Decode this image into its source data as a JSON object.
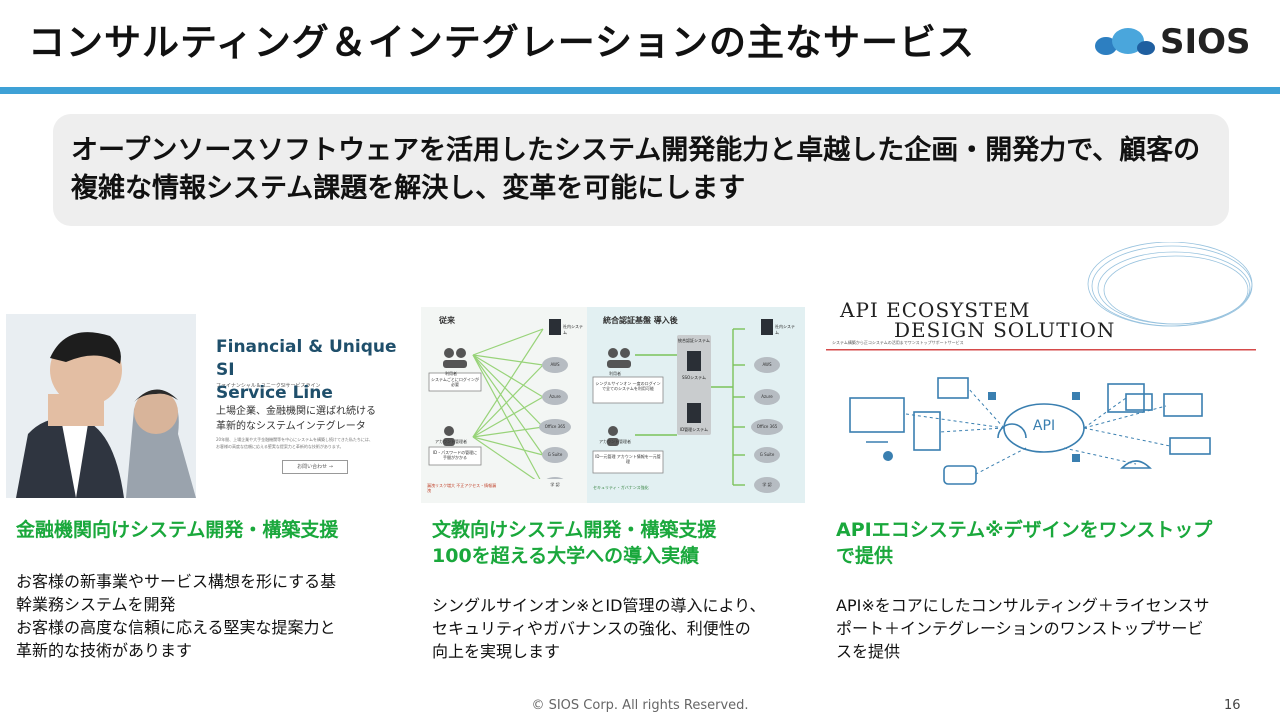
{
  "title": "コンサルティング＆インテグレーションの主なサービス",
  "logo": {
    "text": "SIOS"
  },
  "lead": "オープンソースソフトウェアを活用したシステム開発能力と卓越した企画・開発力で、顧客の複雑な情報システム課題を解決し、変革を可能にします",
  "cards": [
    {
      "image": {
        "title1": "Financial & Unique SI",
        "title2": "Service Line",
        "subtitle": "ファイナンシャル＆ユニークSIサービスライン",
        "tag1": "上場企業、金融機関に選ばれ続ける",
        "tag2": "革新的なシステムインテグレータ",
        "small1": "20年間、上場企業や大手金融機関等を中心にシステムを構築し続けてきた私たちには、",
        "small2": "お客様の高度な信頼に応える堅実な提案力と革新的な技術があります。",
        "button": "お問い合わせ →"
      },
      "heading": "金融機関向けシステム開発・構築支援",
      "body_lines": [
        "お客様の新事業やサービス構想を形にする基",
        "幹業務システムを開発",
        "お客様の高度な信頼に応える堅実な提案力と",
        "革新的な技術があります"
      ]
    },
    {
      "image": {
        "before_label": "従来",
        "after_label": "統合認証基盤 導入後",
        "user": "利用者",
        "admin": "アカウント管理者",
        "note_login": "システムごとにログインが必要",
        "note_id": "ID・パスワードの管理に手間がかかる",
        "note_risk": "漏洩リスク増大 不正アクセス・情報漏洩",
        "sso_note": "シングルサインオン 一度のログインで全てのシステムを利用可能",
        "id_note": "ID一元管理 アカウント情報を一元管理",
        "auth_system": "統合認証システム",
        "sso_system": "SSOシステム",
        "idm_system": "ID管理システム",
        "security": "セキュリティ・ガバナンス強化",
        "in_house": "社内システム",
        "services": [
          "AWS",
          "Azure",
          "Office 365",
          "G Suite",
          "学 認"
        ]
      },
      "heading_lines": [
        "文教向けシステム開発・構築支援",
        "100を超える大学への導入実績"
      ],
      "body_lines": [
        "シングルサインオン※とID管理の導入により、",
        "セキュリティやガバナンスの強化、利便性の",
        "向上を実現します"
      ]
    },
    {
      "image": {
        "title1": "API ECOSYSTEM",
        "title2": "DESIGN SOLUTION",
        "subtitle": "システム構築から正コシステムの活用までワンストップサポートサービス",
        "hub": "API"
      },
      "heading_lines": [
        "APIエコシステム※デザインをワンストップ",
        "で提供"
      ],
      "body_lines": [
        "API※をコアにしたコンサルティング＋ライセンスサ",
        "ポート＋インテグレーションのワンストップサービ",
        "スを提供"
      ]
    }
  ],
  "footer": "© SIOS Corp. All rights Reserved.",
  "page_number": "16",
  "colors": {
    "accent": "#3ea1d6",
    "heading_green": "#1aa83c",
    "lead_bg": "#eeeeee",
    "flow_green": "#6cc24a"
  }
}
